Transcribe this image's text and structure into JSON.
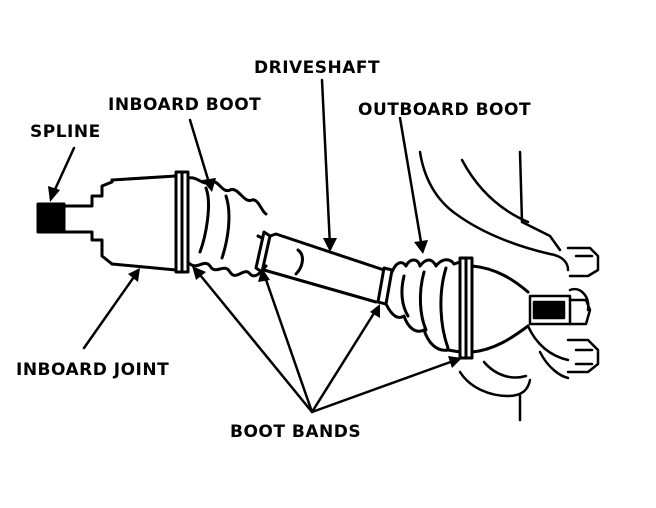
{
  "labels": {
    "spline": "SPLINE",
    "inboard_boot": "INBOARD BOOT",
    "driveshaft": "DRIVESHAFT",
    "outboard_boot": "OUTBOARD BOOT",
    "inboard_joint": "INBOARD JOINT",
    "boot_bands": "BOOT BANDS"
  },
  "colors": {
    "ink": "#000000",
    "paper": "#ffffff"
  }
}
